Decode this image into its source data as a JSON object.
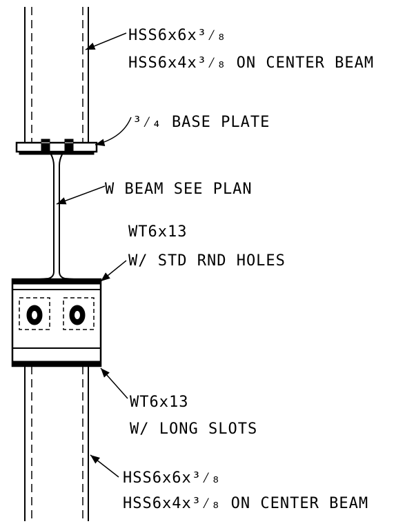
{
  "callouts": {
    "hss_top": {
      "line1": "HSS6x6x³⁄₈",
      "line2": "HSS6x4x³⁄₈ ON CENTER BEAM"
    },
    "base_plate": {
      "line1": "³⁄₄ BASE PLATE"
    },
    "w_beam": {
      "line1": "W BEAM SEE PLAN"
    },
    "wt_top": {
      "line1": "WT6x13",
      "line2": "W/ STD RND HOLES"
    },
    "wt_bottom": {
      "line1": "WT6x13",
      "line2": "W/ LONG SLOTS"
    },
    "hss_bottom": {
      "line1": "HSS6x6x³⁄₈",
      "line2": "HSS6x4x³⁄₈ ON CENTER BEAM"
    }
  },
  "colors": {
    "ink": "#000000",
    "paper": "#ffffff"
  }
}
